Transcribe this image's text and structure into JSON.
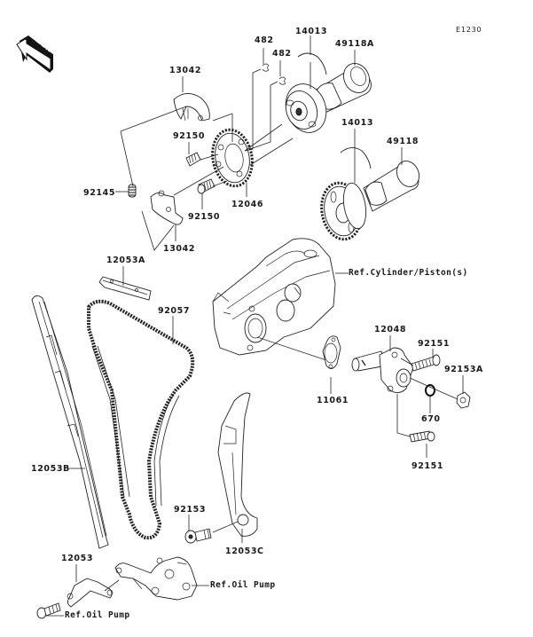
{
  "diagram": {
    "code": "E1230",
    "front_badge": "FRONT",
    "parts": [
      {
        "id": "p482a",
        "number": "482"
      },
      {
        "id": "p482b",
        "number": "482"
      },
      {
        "id": "p14013a",
        "number": "14013"
      },
      {
        "id": "p49118a",
        "number": "49118A"
      },
      {
        "id": "p13042a",
        "number": "13042"
      },
      {
        "id": "p92150a",
        "number": "92150"
      },
      {
        "id": "p14013b",
        "number": "14013"
      },
      {
        "id": "p49118",
        "number": "49118"
      },
      {
        "id": "p92145",
        "number": "92145"
      },
      {
        "id": "p92150b",
        "number": "92150"
      },
      {
        "id": "p12046",
        "number": "12046"
      },
      {
        "id": "p13042b",
        "number": "13042"
      },
      {
        "id": "p12053a",
        "number": "12053A"
      },
      {
        "id": "p92057",
        "number": "92057"
      },
      {
        "id": "p12048",
        "number": "12048"
      },
      {
        "id": "p92151a",
        "number": "92151"
      },
      {
        "id": "p92153a",
        "number": "92153A"
      },
      {
        "id": "p11061",
        "number": "11061"
      },
      {
        "id": "p670",
        "number": "670"
      },
      {
        "id": "p12053b",
        "number": "12053B"
      },
      {
        "id": "p92151b",
        "number": "92151"
      },
      {
        "id": "p92153",
        "number": "92153"
      },
      {
        "id": "p12053c",
        "number": "12053C"
      },
      {
        "id": "p12053",
        "number": "12053"
      }
    ],
    "references": [
      {
        "id": "ref-cylinder",
        "text": "Ref.Cylinder/Piston(s)"
      },
      {
        "id": "ref-oil-pump-1",
        "text": "Ref.Oil Pump"
      },
      {
        "id": "ref-oil-pump-2",
        "text": "Ref.Oil Pump"
      }
    ]
  }
}
